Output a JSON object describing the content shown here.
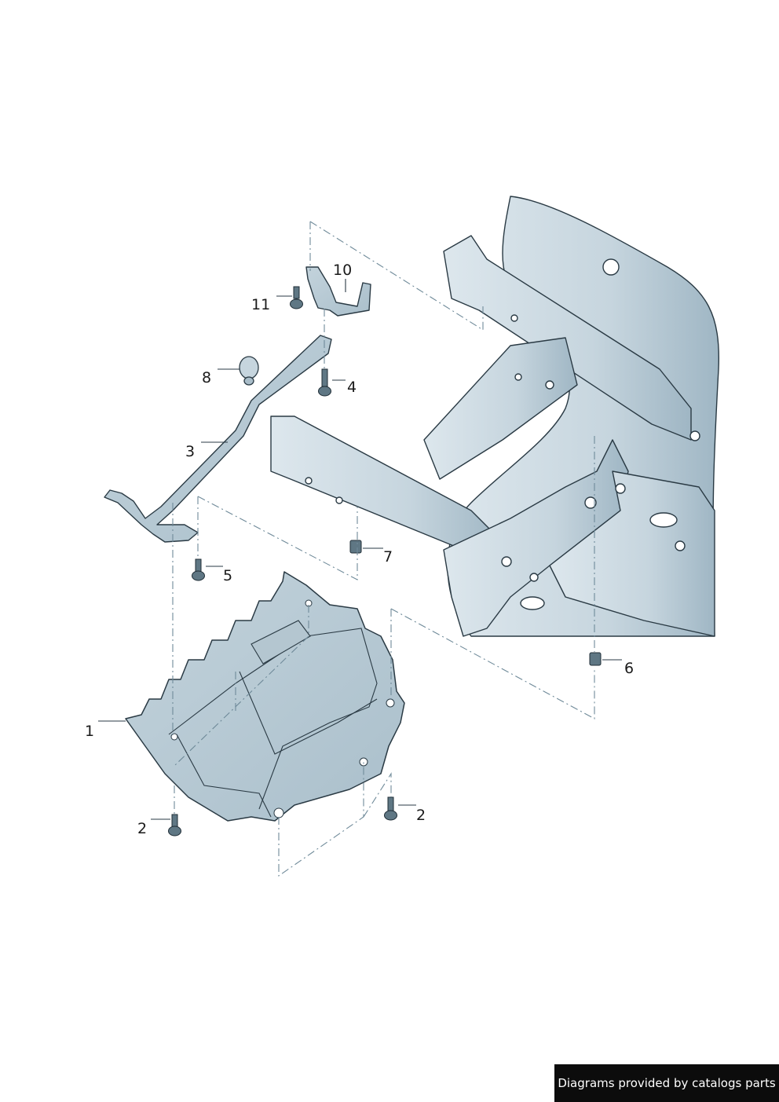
{
  "callouts": [
    "1",
    "2",
    "2",
    "3",
    "4",
    "5",
    "6",
    "7",
    "8",
    "10",
    "11"
  ],
  "credit": "Diagrams provided by catalogs parts",
  "colors": {
    "part_fill": "#c9d8e0",
    "part_shade": "#a9bdc9",
    "outline": "#2a3a44",
    "leader": "#6f8a99",
    "callout_text": "#1a1a1a",
    "credit_bg": "#0c0c0c",
    "credit_text": "#ffffff"
  }
}
